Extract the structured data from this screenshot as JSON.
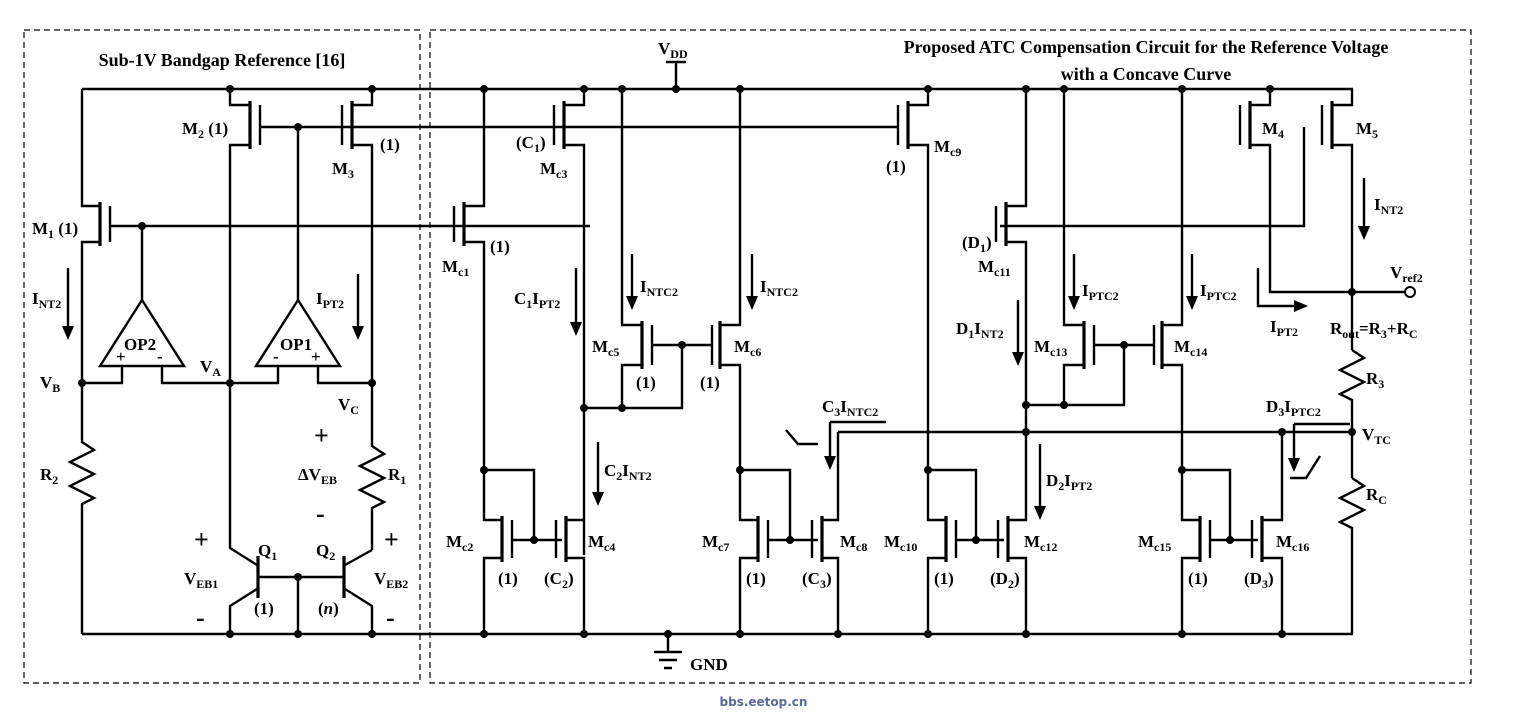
{
  "titles": {
    "left_block": "Sub-1V Bandgap Reference [16]",
    "right_block_line1": "Proposed ATC Compensation Circuit for the Reference Voltage",
    "right_block_line2": "with a Concave Curve"
  },
  "rails": {
    "vdd": "V",
    "vdd_sub": "DD",
    "gnd": "GND"
  },
  "nodes": {
    "va": "V",
    "va_sub": "A",
    "vb": "V",
    "vb_sub": "B",
    "vc": "V",
    "vc_sub": "C",
    "vtc": "V",
    "vtc_sub": "TC",
    "vref2": "V",
    "vref2_sub": "ref2",
    "veb1": "V",
    "veb1_sub": "EB1",
    "veb2": "V",
    "veb2_sub": "EB2",
    "dveb": "ΔV",
    "dveb_sub": "EB"
  },
  "opamps": {
    "op1": "OP1",
    "op2": "OP2",
    "plus": "+",
    "minus": "-"
  },
  "signs": {
    "plus": "+",
    "minus": "-"
  },
  "bjt": {
    "q1": "Q",
    "q1_sub": "1",
    "q2": "Q",
    "q2_sub": "2",
    "q1_ratio": "(1)",
    "q2_ratio_open": "(",
    "q2_ratio_n": "n",
    "q2_ratio_close": ")"
  },
  "resistors": {
    "r1": "R",
    "r1_sub": "1",
    "r2": "R",
    "r2_sub": "2",
    "r3": "R",
    "r3_sub": "3",
    "rc": "R",
    "rc_sub": "C",
    "rout_eq_a": "R",
    "rout_eq_a_sub": "out",
    "rout_eq_b": "=R",
    "rout_eq_b_sub": "3",
    "rout_eq_c": "+R",
    "rout_eq_c_sub": "C"
  },
  "transistors": {
    "m1": "M",
    "m1_sub": "1",
    "m1_ratio": "(1)",
    "m2": "M",
    "m2_sub": "2",
    "m2_ratio": "(1)",
    "m3": "M",
    "m3_sub": "3",
    "m3_ratio": "(1)",
    "m4": "M",
    "m4_sub": "4",
    "m5": "M",
    "m5_sub": "5",
    "mc1": "M",
    "mc1_sub": "c1",
    "mc1_ratio": "(1)",
    "mc2": "M",
    "mc2_sub": "c2",
    "mc2_ratio": "(1)",
    "mc3": "M",
    "mc3_sub": "c3",
    "mc3_ratio_a": "(C",
    "mc3_ratio_b": "1",
    "mc3_ratio_c": ")",
    "mc4": "M",
    "mc4_sub": "c4",
    "mc4_ratio_a": "(C",
    "mc4_ratio_b": "2",
    "mc4_ratio_c": ")",
    "mc5": "M",
    "mc5_sub": "c5",
    "mc5_ratio": "(1)",
    "mc6": "M",
    "mc6_sub": "c6",
    "mc6_ratio": "(1)",
    "mc7": "M",
    "mc7_sub": "c7",
    "mc7_ratio": "(1)",
    "mc8": "M",
    "mc8_sub": "c8",
    "mc8_ratio_a": "(C",
    "mc8_ratio_b": "3",
    "mc8_ratio_c": ")",
    "mc9": "M",
    "mc9_sub": "c9",
    "mc9_ratio": "(1)",
    "mc10": "M",
    "mc10_sub": "c10",
    "mc10_ratio": "(1)",
    "mc11": "M",
    "mc11_sub": "c11",
    "mc11_ratio_a": "(D",
    "mc11_ratio_b": "1",
    "mc11_ratio_c": ")",
    "mc12": "M",
    "mc12_sub": "c12",
    "mc12_ratio_a": "(D",
    "mc12_ratio_b": "2",
    "mc12_ratio_c": ")",
    "mc13": "M",
    "mc13_sub": "c13",
    "mc14": "M",
    "mc14_sub": "c14",
    "mc15": "M",
    "mc15_sub": "c15",
    "mc15_ratio": "(1)",
    "mc16": "M",
    "mc16_sub": "c16",
    "mc16_ratio_a": "(D",
    "mc16_ratio_b": "3",
    "mc16_ratio_c": ")"
  },
  "currents": {
    "int2_left": "I",
    "int2_left_sub": "NT2",
    "ipt2_left": "I",
    "ipt2_left_sub": "PT2",
    "c1ipt2_a": "C",
    "c1ipt2_b": "1",
    "c1ipt2_c": "I",
    "c1ipt2_d": "PT2",
    "intc2_a": "I",
    "intc2_a_sub": "NTC2",
    "intc2_b": "I",
    "intc2_b_sub": "NTC2",
    "c2int2_a": "C",
    "c2int2_b": "2",
    "c2int2_c": "I",
    "c2int2_d": "NT2",
    "c3intc2_a": "C",
    "c3intc2_b": "3",
    "c3intc2_c": "I",
    "c3intc2_d": "NTC2",
    "d1int2_a": "D",
    "d1int2_b": "1",
    "d1int2_c": "I",
    "d1int2_d": "NT2",
    "iptc2_a": "I",
    "iptc2_a_sub": "PTC2",
    "iptc2_b": "I",
    "iptc2_b_sub": "PTC2",
    "d2ipt2_a": "D",
    "d2ipt2_b": "2",
    "d2ipt2_c": "I",
    "d2ipt2_d": "PT2",
    "d3iptc2_a": "D",
    "d3iptc2_b": "3",
    "d3iptc2_c": "I",
    "d3iptc2_d": "PTC2",
    "int2_right": "I",
    "int2_right_sub": "NT2",
    "ipt2_right": "I",
    "ipt2_right_sub": "PT2"
  },
  "watermark": "bbs.eetop.cn"
}
